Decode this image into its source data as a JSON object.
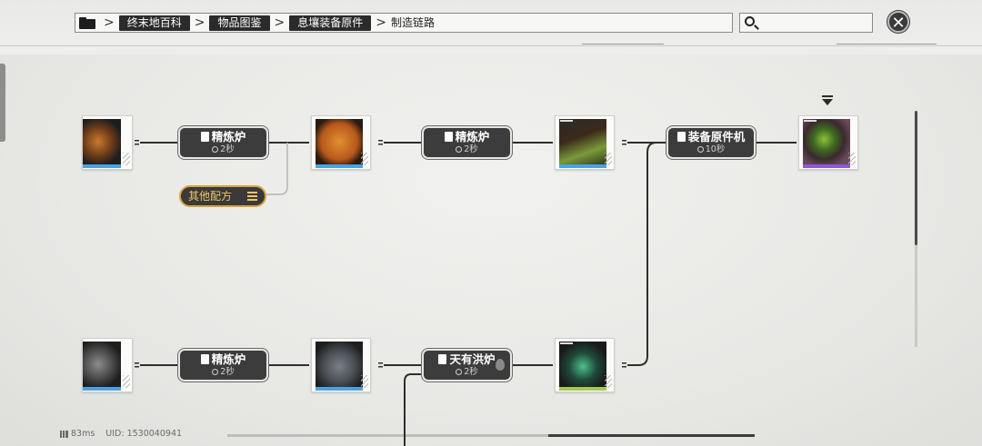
{
  "breadcrumb": {
    "items": [
      "终末地百科",
      "物品图鉴",
      "息壤装备原件"
    ],
    "current": "制造链路"
  },
  "search": {
    "placeholder": ""
  },
  "recipes": {
    "row1_node1": {
      "name": "精炼炉",
      "time": "2秒"
    },
    "row1_node2": {
      "name": "精炼炉",
      "time": "2秒"
    },
    "row1_node3": {
      "name": "装备原件机",
      "time": "10秒"
    },
    "row2_node1": {
      "name": "精炼炉",
      "time": "2秒"
    },
    "row2_node2": {
      "name": "天有洪炉",
      "time": "2秒"
    }
  },
  "other_recipes_label": "其他配方",
  "status": {
    "ping": "83ms",
    "uid": "UID: 1530040941"
  },
  "colors": {
    "accent_gold": "#d7a43a",
    "rarity_blue": "#4aa3e0",
    "rarity_purple": "#8a5bd6",
    "rarity_green": "#a6c94a"
  }
}
